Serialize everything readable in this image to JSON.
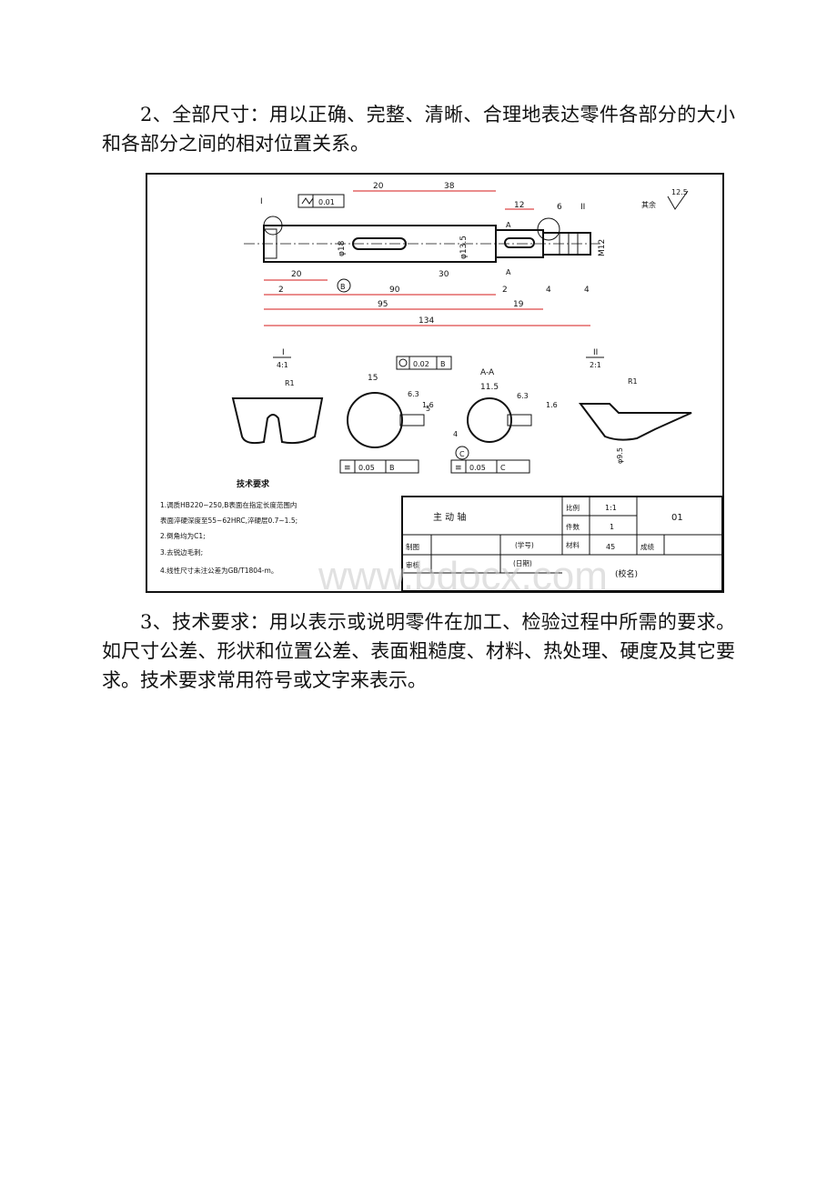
{
  "paragraphs": {
    "p1": "2、全部尺寸：用以正确、完整、清晰、合理地表达零件各部分的大小和各部分之间的相对位置关系。",
    "p2": "3、技术要求：用以表示或说明零件在加工、检验过程中所需的要求。如尺寸公差、形状和位置公差、表面粗糙度、材料、热处理、硬度及其它要求。技术要求常用符号或文字来表示。"
  },
  "drawing": {
    "roughness_other": "其余",
    "roughness_default": "12.5",
    "tolerance_top": "0.01",
    "dims_top": [
      "20",
      "38",
      "12",
      "6"
    ],
    "dims_bottom": [
      "20",
      "2",
      "90",
      "30",
      "2",
      "4",
      "4",
      "19",
      "95",
      "134"
    ],
    "dia_labels": [
      "φ18",
      "φ13.5",
      "M12"
    ],
    "detail_labels": {
      "detail1": "I",
      "detail1_scale": "4:1",
      "detail2": "II",
      "detail2_scale": "2:1",
      "section": "A-A",
      "r1": "R1",
      "dim_95": "φ9.5"
    },
    "section_dims": {
      "d15": "15",
      "d11_5": "11.5",
      "d5": "5",
      "d4": "4",
      "rough1": "6.3",
      "rough2": "1.6",
      "rough3": "6.3",
      "rough4": "1.6",
      "runout": "0.02",
      "runout_datum": "B",
      "sym1": "0.05",
      "sym1_datum": "B",
      "sym2": "0.05",
      "sym2_datum": "C",
      "datum_b": "B",
      "datum_c": "C",
      "section_a": "A"
    },
    "tech_req": {
      "title": "技术要求",
      "items": [
        "1.调质HB220~250,B表面在指定长度范围内",
        "   表面淬硬深度至55~62HRC,淬硬层0.7~1.5;",
        "2.倒角均为C1;",
        "3.去锐边毛刺;",
        "4.线性尺寸未注公差为GB/T1804-m。"
      ]
    },
    "title_block": {
      "part_name": "主  动  轴",
      "scale_label": "比例",
      "scale_value": "1:1",
      "qty_label": "件数",
      "qty_value": "1",
      "drawing_no": "01",
      "draw_label": "制图",
      "student_no": "(学号)",
      "material_label": "材料",
      "material_value": "45",
      "grade_label": "成绩",
      "check_label": "审核",
      "date": "(日期)",
      "school": "(校名)"
    },
    "watermark": "www.bdocx.com"
  }
}
